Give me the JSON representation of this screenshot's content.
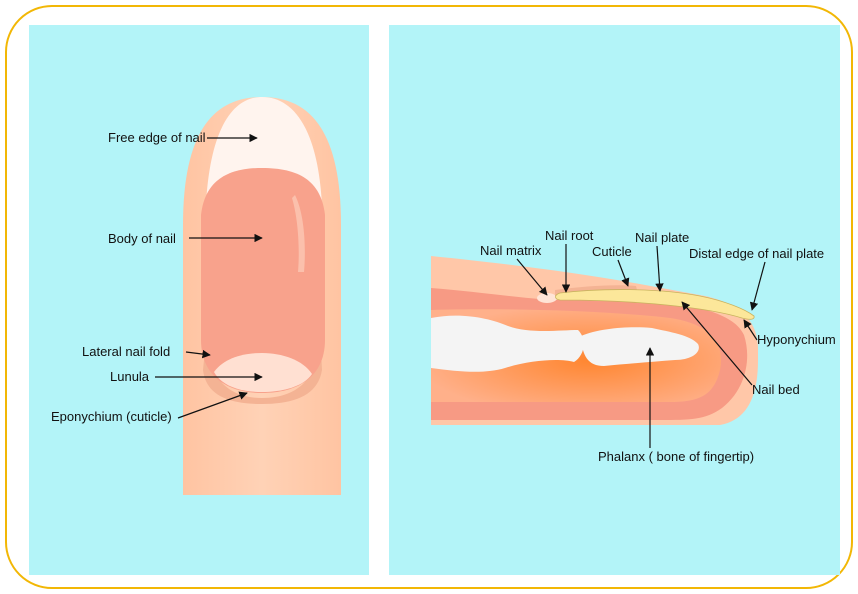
{
  "left_panel": {
    "labels": {
      "free_edge": "Free edge of nail",
      "body": "Body of nail",
      "lateral_fold": "Lateral nail fold",
      "lunula": "Lunula",
      "eponychium": "Eponychium (cuticle)"
    }
  },
  "right_panel": {
    "labels": {
      "nail_root": "Nail root",
      "nail_matrix": "Nail matrix",
      "cuticle": "Cuticle",
      "nail_plate": "Nail plate",
      "distal_edge": "Distal edge of nail plate",
      "hyponychium": "Hyponychium",
      "nail_bed": "Nail bed",
      "phalanx": "Phalanx ( bone of fingertip)"
    }
  },
  "colors": {
    "frame_border": "#f2b705",
    "panel_bg": "#b3f4f8",
    "skin": "#ffc7a8",
    "nail_body": "#f8a28c",
    "free_edge": "#fff4ee",
    "flesh": "#f79a84",
    "flesh_core": "#ff8a3c",
    "bone": "#f4f4f4",
    "plate": "#fce79a"
  }
}
